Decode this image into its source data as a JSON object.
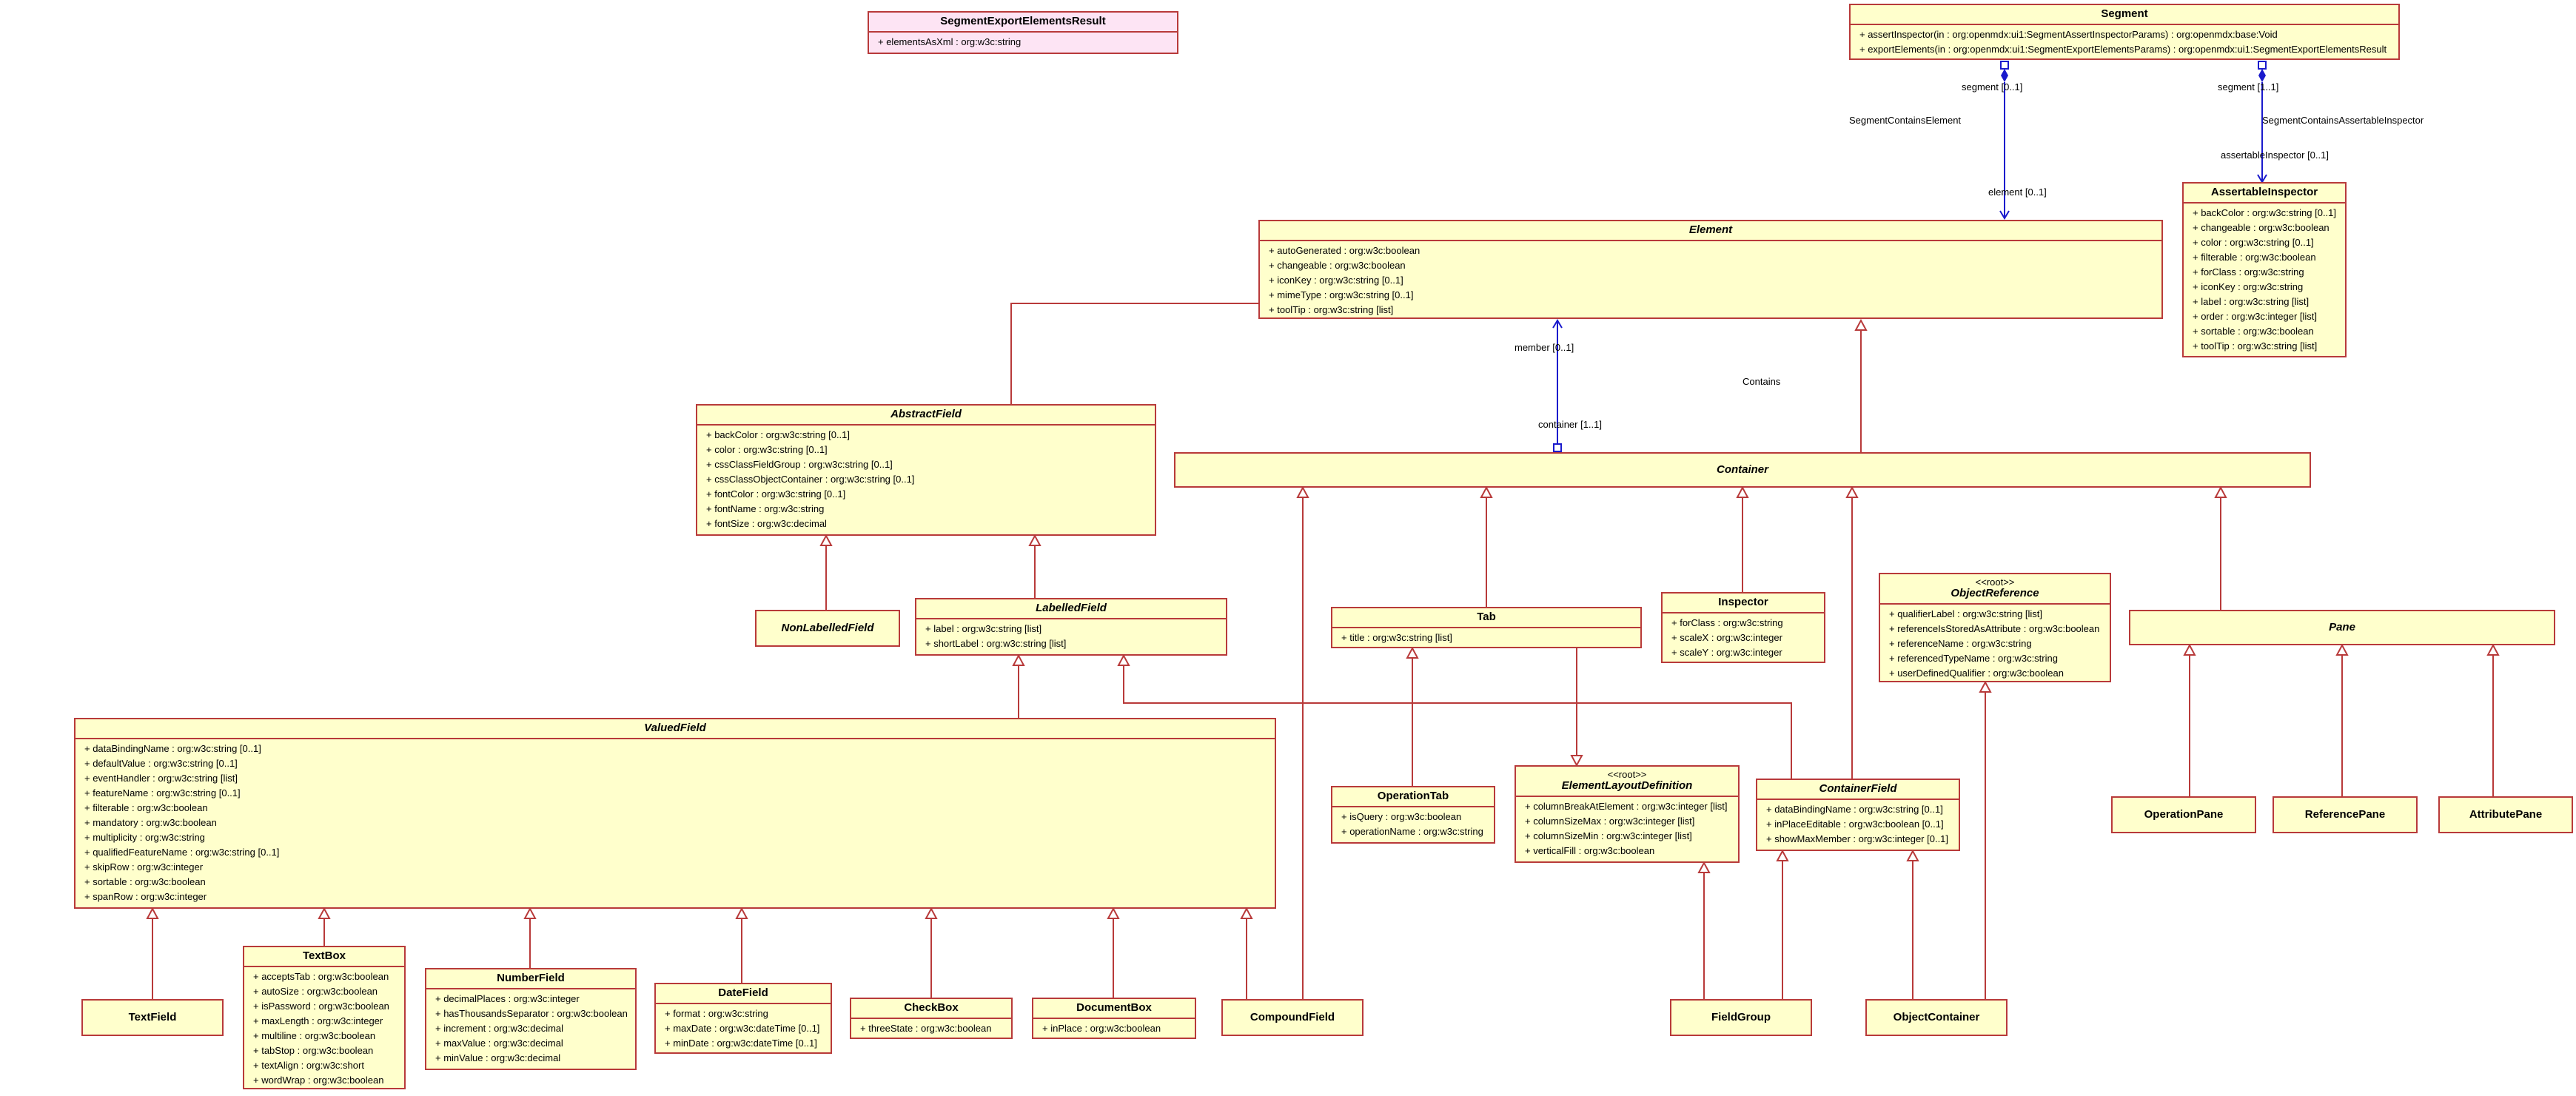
{
  "classes": {
    "segment_export_elements_result": {
      "name": "SegmentExportElementsResult",
      "attrs": [
        "+ elementsAsXml : org:w3c:string"
      ]
    },
    "segment": {
      "name": "Segment",
      "attrs": [
        "+ assertInspector(in : org:openmdx:ui1:SegmentAssertInspectorParams) : org:openmdx:base:Void",
        "+ exportElements(in : org:openmdx:ui1:SegmentExportElementsParams) : org:openmdx:ui1:SegmentExportElementsResult"
      ]
    },
    "element": {
      "name": "Element",
      "attrs": [
        "+ autoGenerated : org:w3c:boolean",
        "+ changeable : org:w3c:boolean",
        "+ iconKey : org:w3c:string [0..1]",
        "+ mimeType : org:w3c:string [0..1]",
        "+ toolTip : org:w3c:string [list]"
      ]
    },
    "assertable_inspector": {
      "name": "AssertableInspector",
      "attrs": [
        "+ backColor : org:w3c:string [0..1]",
        "+ changeable : org:w3c:boolean",
        "+ color : org:w3c:string [0..1]",
        "+ filterable : org:w3c:boolean",
        "+ forClass : org:w3c:string",
        "+ iconKey : org:w3c:string",
        "+ label : org:w3c:string [list]",
        "+ order : org:w3c:integer [list]",
        "+ sortable : org:w3c:boolean",
        "+ toolTip : org:w3c:string [list]"
      ]
    },
    "abstract_field": {
      "name": "AbstractField",
      "attrs": [
        "+ backColor : org:w3c:string [0..1]",
        "+ color : org:w3c:string [0..1]",
        "+ cssClassFieldGroup : org:w3c:string [0..1]",
        "+ cssClassObjectContainer : org:w3c:string [0..1]",
        "+ fontColor : org:w3c:string [0..1]",
        "+ fontName : org:w3c:string",
        "+ fontSize : org:w3c:decimal"
      ]
    },
    "container": {
      "name": "Container",
      "attrs": []
    },
    "non_labelled_field": {
      "name": "NonLabelledField",
      "attrs": []
    },
    "labelled_field": {
      "name": "LabelledField",
      "attrs": [
        "+ label : org:w3c:string [list]",
        "+ shortLabel : org:w3c:string [list]"
      ]
    },
    "tab": {
      "name": "Tab",
      "attrs": [
        "+ title : org:w3c:string [list]"
      ]
    },
    "inspector": {
      "name": "Inspector",
      "attrs": [
        "+ forClass : org:w3c:string",
        "+ scaleX : org:w3c:integer",
        "+ scaleY : org:w3c:integer"
      ]
    },
    "object_reference": {
      "name": "ObjectReference",
      "stereotype": "<<root>>",
      "attrs": [
        "+ qualifierLabel : org:w3c:string [list]",
        "+ referenceIsStoredAsAttribute : org:w3c:boolean",
        "+ referenceName : org:w3c:string",
        "+ referencedTypeName : org:w3c:string",
        "+ userDefinedQualifier : org:w3c:boolean"
      ]
    },
    "pane": {
      "name": "Pane",
      "attrs": []
    },
    "valued_field": {
      "name": "ValuedField",
      "attrs": [
        "+ dataBindingName : org:w3c:string [0..1]",
        "+ defaultValue : org:w3c:string [0..1]",
        "+ eventHandler : org:w3c:string [list]",
        "+ featureName : org:w3c:string [0..1]",
        "+ filterable : org:w3c:boolean",
        "+ mandatory : org:w3c:boolean",
        "+ multiplicity : org:w3c:string",
        "+ qualifiedFeatureName : org:w3c:string [0..1]",
        "+ skipRow : org:w3c:integer",
        "+ sortable : org:w3c:boolean",
        "+ spanRow : org:w3c:integer"
      ]
    },
    "operation_tab": {
      "name": "OperationTab",
      "attrs": [
        "+ isQuery : org:w3c:boolean",
        "+ operationName : org:w3c:string"
      ]
    },
    "element_layout_definition": {
      "name": "ElementLayoutDefinition",
      "stereotype": "<<root>>",
      "attrs": [
        "+ columnBreakAtElement : org:w3c:integer [list]",
        "+ columnSizeMax : org:w3c:integer [list]",
        "+ columnSizeMin : org:w3c:integer [list]",
        "+ verticalFill : org:w3c:boolean"
      ]
    },
    "container_field": {
      "name": "ContainerField",
      "attrs": [
        "+ dataBindingName : org:w3c:string [0..1]",
        "+ inPlaceEditable : org:w3c:boolean [0..1]",
        "+ showMaxMember : org:w3c:integer [0..1]"
      ]
    },
    "operation_pane": {
      "name": "OperationPane",
      "attrs": []
    },
    "reference_pane": {
      "name": "ReferencePane",
      "attrs": []
    },
    "attribute_pane": {
      "name": "AttributePane",
      "attrs": []
    },
    "text_box": {
      "name": "TextBox",
      "attrs": [
        "+ acceptsTab : org:w3c:boolean",
        "+ autoSize : org:w3c:boolean",
        "+ isPassword : org:w3c:boolean",
        "+ maxLength : org:w3c:integer",
        "+ multiline : org:w3c:boolean",
        "+ tabStop : org:w3c:boolean",
        "+ textAlign : org:w3c:short",
        "+ wordWrap : org:w3c:boolean"
      ]
    },
    "number_field": {
      "name": "NumberField",
      "attrs": [
        "+ decimalPlaces : org:w3c:integer",
        "+ hasThousandsSeparator : org:w3c:boolean",
        "+ increment : org:w3c:decimal",
        "+ maxValue : org:w3c:decimal",
        "+ minValue : org:w3c:decimal"
      ]
    },
    "date_field": {
      "name": "DateField",
      "attrs": [
        "+ format : org:w3c:string",
        "+ maxDate : org:w3c:dateTime [0..1]",
        "+ minDate : org:w3c:dateTime [0..1]"
      ]
    },
    "check_box": {
      "name": "CheckBox",
      "attrs": [
        "+ threeState : org:w3c:boolean"
      ]
    },
    "document_box": {
      "name": "DocumentBox",
      "attrs": [
        "+ inPlace : org:w3c:boolean"
      ]
    },
    "text_field": {
      "name": "TextField",
      "attrs": []
    },
    "compound_field": {
      "name": "CompoundField",
      "attrs": []
    },
    "field_group": {
      "name": "FieldGroup",
      "attrs": []
    },
    "object_container": {
      "name": "ObjectContainer",
      "attrs": []
    }
  },
  "labels": {
    "segment_contains_element": "SegmentContainsElement",
    "segment_role_1": "segment [0..1]",
    "element_role": "element [0..1]",
    "segment_contains_assertable_inspector": "SegmentContainsAssertableInspector",
    "segment_role_2": "segment [1..1]",
    "assertable_inspector_role": "assertableInspector [0..1]",
    "member_role": "member [0..1]",
    "contains": "Contains",
    "container_role": "container [1..1]"
  },
  "colors": {
    "class_fill": "#ffffcc",
    "class_border": "#b83a3a",
    "header_fill_pink": "#fde4f4",
    "generalization_line": "#b83a3a",
    "association_line": "#1a1acc"
  }
}
